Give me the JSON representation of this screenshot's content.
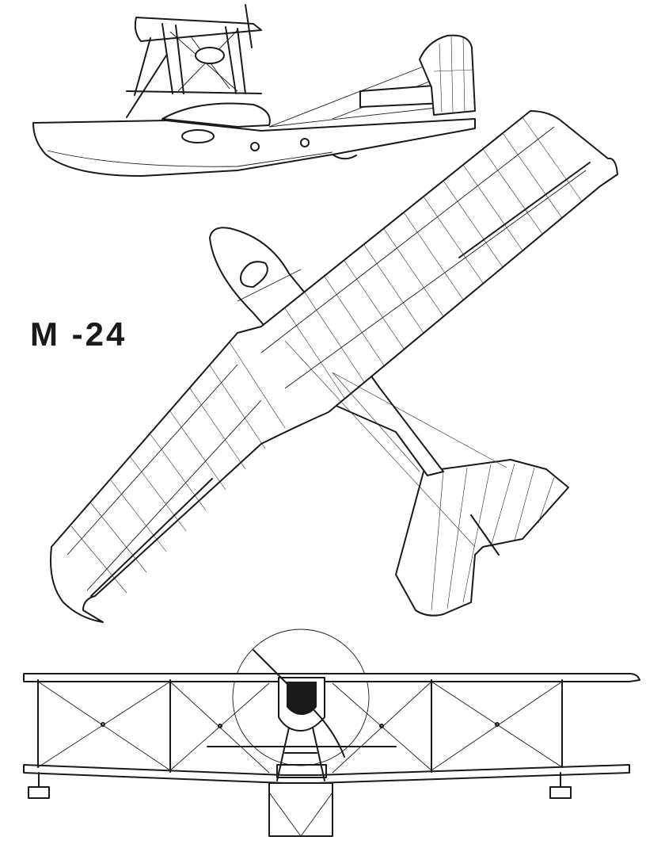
{
  "designation": "M -24",
  "views": [
    "side-view",
    "plan-view",
    "front-view"
  ],
  "ink_color": "#1a1a1a",
  "paper_color": "#ffffff"
}
